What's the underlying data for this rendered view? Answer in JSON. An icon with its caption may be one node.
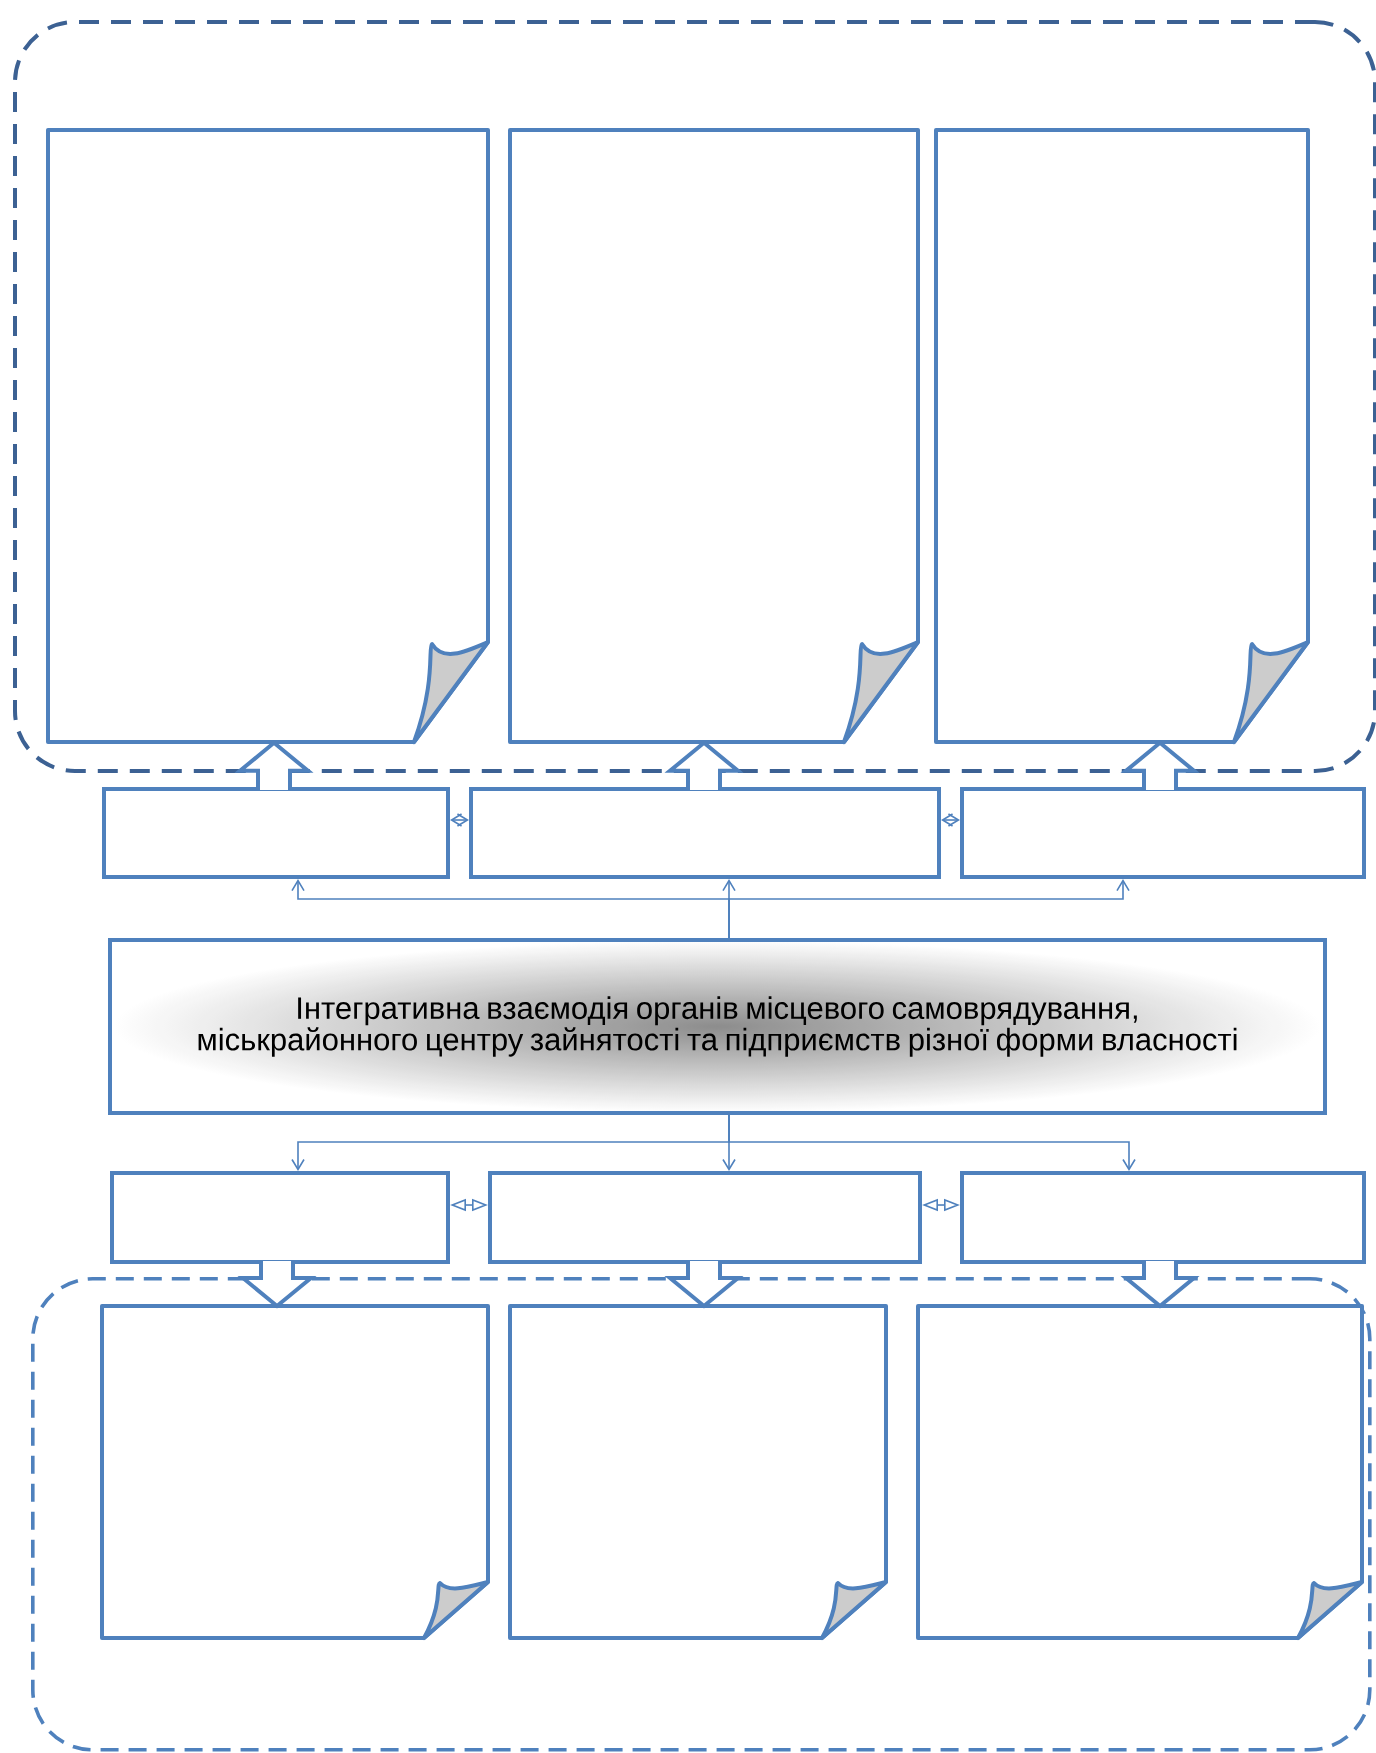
{
  "diagram": {
    "nodes": [
      {
        "text": [],
        "shape": "box"
      },
      {
        "text": [],
        "shape": "document",
        "in": 0
      },
      {
        "text": [],
        "shape": "document",
        "in": 0
      },
      {
        "text": [],
        "shape": "document",
        "in": 0
      },
      {
        "text": [],
        "shape": "box"
      },
      {
        "text": [],
        "shape": "box"
      },
      {
        "text": [],
        "shape": "box"
      },
      {
        "text": [
          "Інтегративна взаємодія органів місцевого самоврядування, міськрайонного центру зайнятості та підприємств різної форми власності"
        ]
      },
      {
        "text": [],
        "shape": "box"
      },
      {
        "text": [],
        "shape": "box"
      },
      {
        "text": [],
        "shape": "box"
      },
      {
        "text": [],
        "shape": "box"
      },
      {
        "text": [],
        "shape": "document",
        "in": 11
      },
      {
        "text": [],
        "shape": "document",
        "in": 11
      },
      {
        "text": [],
        "shape": "document",
        "in": 11
      }
    ],
    "edges": [
      {
        "from": 7,
        "to": 4,
        "arrow": "to"
      },
      {
        "from": 7,
        "to": 5,
        "arrow": "to"
      },
      {
        "from": 7,
        "to": 6,
        "arrow": "to"
      },
      {
        "from": 4,
        "to": 1,
        "arrow": "to",
        "style": "thick"
      },
      {
        "from": 5,
        "to": 2,
        "arrow": "to",
        "style": "thick"
      },
      {
        "from": 6,
        "to": 3,
        "arrow": "to",
        "style": "thick"
      },
      {
        "from": 4,
        "to": 5,
        "arrow": "both"
      },
      {
        "from": 5,
        "to": 6,
        "arrow": "both"
      },
      {
        "from": 7,
        "to": 8,
        "arrow": "to"
      },
      {
        "from": 7,
        "to": 9,
        "arrow": "to"
      },
      {
        "from": 7,
        "to": 10,
        "arrow": "to"
      },
      {
        "from": 8,
        "to": 9,
        "arrow": "both"
      },
      {
        "from": 9,
        "to": 10,
        "arrow": "both"
      },
      {
        "from": 8,
        "to": 12,
        "arrow": "to",
        "style": "thick"
      },
      {
        "from": 9,
        "to": 13,
        "arrow": "to",
        "style": "thick"
      },
      {
        "from": 10,
        "to": 14,
        "arrow": "to",
        "style": "thick"
      }
    ]
  }
}
